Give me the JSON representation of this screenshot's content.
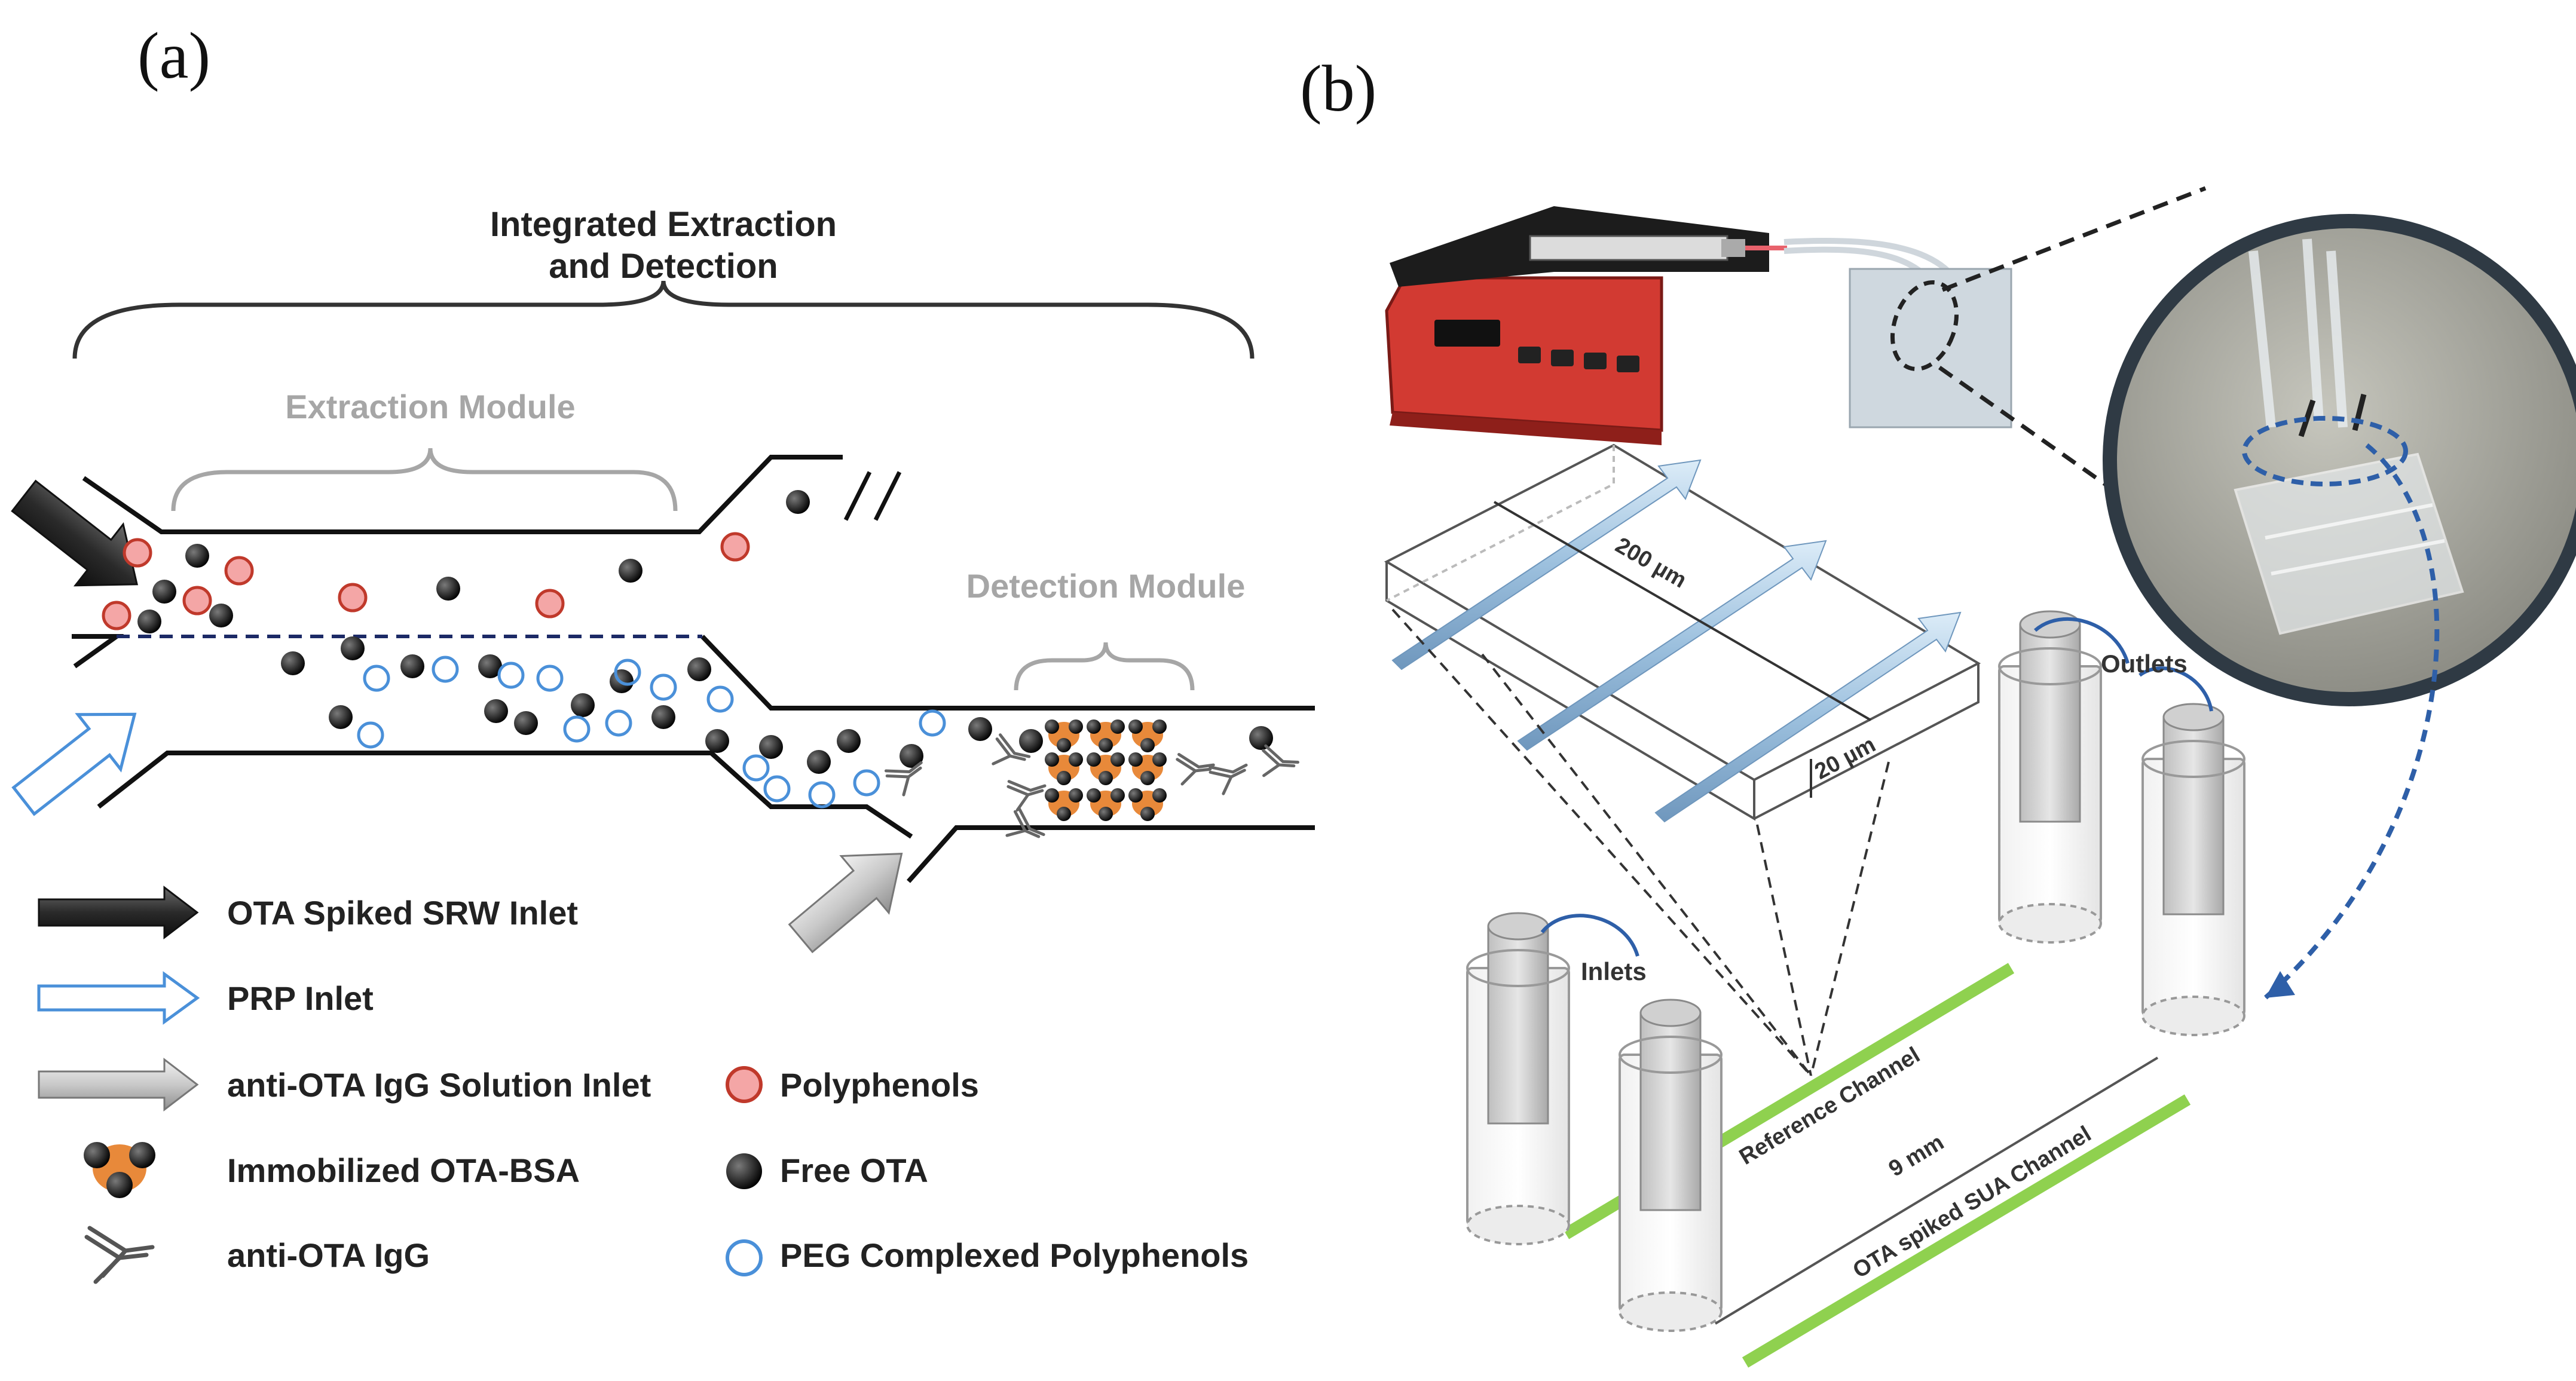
{
  "panel_a": {
    "label": "(a)",
    "title_line1": "Integrated Extraction",
    "title_line2": "and Detection",
    "extraction_module": "Extraction Module",
    "detection_module": "Detection Module",
    "legend": {
      "ota_spiked_srw_inlet": "OTA Spiked SRW Inlet",
      "prp_inlet": "PRP Inlet",
      "anti_ota_igg_solution_inlet": "anti-OTA IgG Solution Inlet",
      "immobilized_ota_bsa": "Immobilized OTA-BSA",
      "anti_ota_igg": "anti-OTA IgG",
      "polyphenols": "Polyphenols",
      "free_ota": "Free OTA",
      "peg_complexed_polyphenols": "PEG Complexed Polyphenols"
    }
  },
  "panel_b": {
    "label": "(b)",
    "width_dim": "200 µm",
    "height_dim": "20 µm",
    "outlets": "Outlets",
    "inlets": "Inlets",
    "reference_channel": "Reference Channel",
    "length_dim": "9 mm",
    "ota_channel": "OTA spiked SUA Channel"
  },
  "colors": {
    "polyphenol_fill": "#f4a6a6",
    "polyphenol_stroke": "#c0392b",
    "peg_stroke": "#4a90d9",
    "free_ota": "#111111",
    "ota_bsa": "#e8893a",
    "pump_red": "#d23a32",
    "channel_green": "#8fd14f",
    "dashed_blue": "#2e5fa8",
    "module_grey": "#a6a6a6"
  }
}
